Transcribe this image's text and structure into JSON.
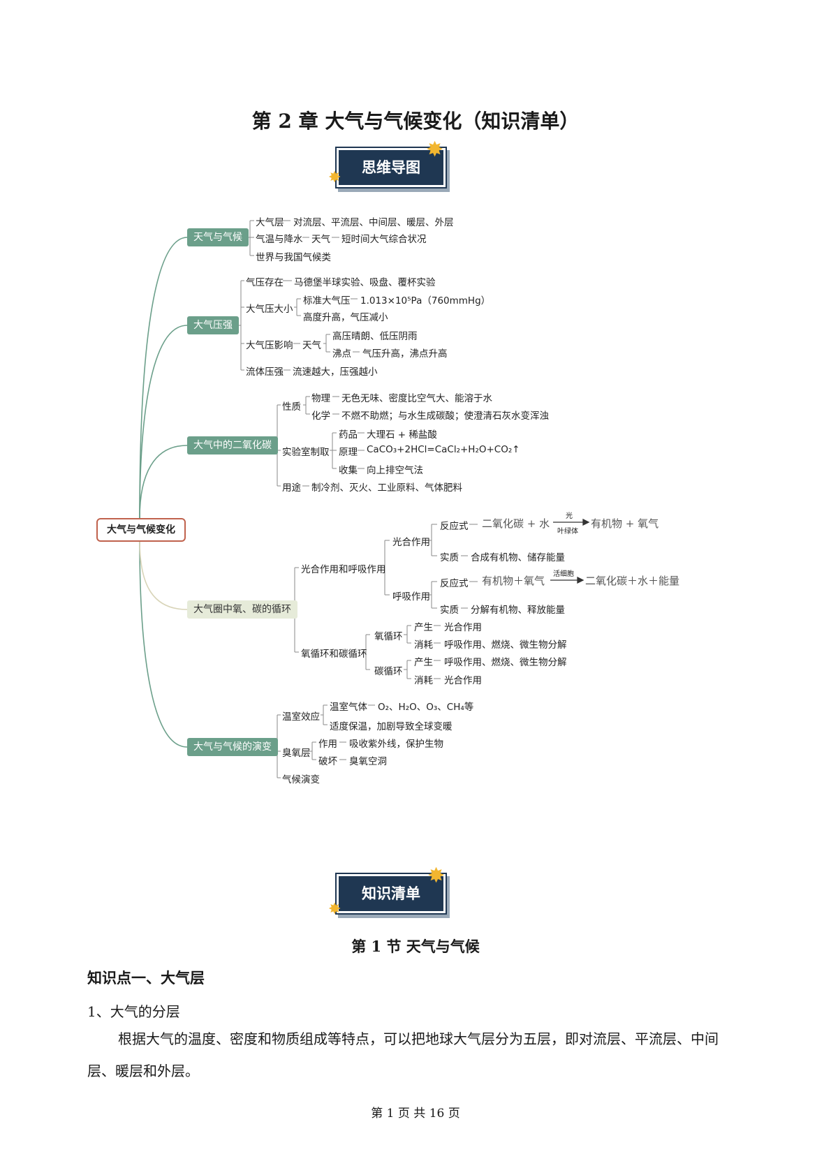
{
  "title": "第 2 章  大气与气候变化（知识清单）",
  "banner_mindmap": "思维导图",
  "banner_list": "知识清单",
  "mindmap": {
    "root": "大气与气候变化",
    "b1": {
      "label": "天气与气候",
      "l1": [
        "大气层",
        "对流层、平流层、中间层、暖层、外层"
      ],
      "l2": [
        "气温与降水",
        "天气",
        "短时间大气综合状况"
      ],
      "l3": "世界与我国气候类"
    },
    "b2": {
      "label": "大气压强",
      "l1": [
        "气压存在",
        "马德堡半球实验、吸盘、覆杯实验"
      ],
      "size": "大气压大小",
      "size_std": [
        "标准大气压",
        "1.013×10⁵Pa（760mmHg）"
      ],
      "size_alt": "高度升高，气压减小",
      "effect": [
        "大气压影响",
        "天气"
      ],
      "weather1": "高压晴朗、低压阴雨",
      "weather2": [
        "沸点",
        "气压升高，沸点升高"
      ],
      "fluid": [
        "流体压强",
        "流速越大，压强越小"
      ]
    },
    "b3": {
      "label": "大气中的二氧化碳",
      "prop": "性质",
      "phys": [
        "物理",
        "无色无味、密度比空气大、能溶于水"
      ],
      "chem": [
        "化学",
        "不燃不助燃；与水生成碳酸；使澄清石灰水变浑浊"
      ],
      "lab": "实验室制取",
      "drug": [
        "药品",
        "大理石 + 稀盐酸"
      ],
      "principle": [
        "原理",
        "CaCO₃+2HCl=CaCl₂+H₂O+CO₂↑"
      ],
      "collect": [
        "收集",
        "向上排空气法"
      ],
      "use": [
        "用途",
        "制冷剂、灭火、工业原料、气体肥料"
      ]
    },
    "b4": {
      "label": "大气圈中氧、碳的循环",
      "photo_resp": "光合作用和呼吸作用",
      "photo": "光合作用",
      "photo_eq_label": "反应式",
      "photo_eq_left": "二氧化碳 + 水",
      "photo_eq_cond_top": "光",
      "photo_eq_cond_bottom": "叶绿体",
      "photo_eq_right": "有机物 + 氧气",
      "photo_ess": [
        "实质",
        "合成有机物、储存能量"
      ],
      "resp": "呼吸作用",
      "resp_eq_label": "反应式",
      "resp_eq_left": "有机物＋氧气",
      "resp_eq_cond": "活细胞",
      "resp_eq_right": "二氧化碳＋水＋能量",
      "resp_ess": [
        "实质",
        "分解有机物、释放能量"
      ],
      "cycles": "氧循环和碳循环",
      "oxy": "氧循环",
      "oxy_p": [
        "产生",
        "光合作用"
      ],
      "oxy_c": [
        "消耗",
        "呼吸作用、燃烧、微生物分解"
      ],
      "carb": "碳循环",
      "carb_p": [
        "产生",
        "呼吸作用、燃烧、微生物分解"
      ],
      "carb_c": [
        "消耗",
        "光合作用"
      ]
    },
    "b5": {
      "label": "大气与气候的演变",
      "green": "温室效应",
      "gas": [
        "温室气体",
        "O₂、H₂O、O₃、CH₄等"
      ],
      "warm": "适度保温，加剧导致全球变暖",
      "ozone": "臭氧层",
      "func": [
        "作用",
        "吸收紫外线，保护生物"
      ],
      "dmg": [
        "破坏",
        "臭氧空洞"
      ],
      "evo": "气候演变"
    }
  },
  "section_title": "第 1 节  天气与气候",
  "kp_title": "知识点一、大气层",
  "sub_title": "1、大气的分层",
  "paragraph": "根据大气的温度、密度和物质组成等特点，可以把地球大气层分为五层，即对流层、平流层、中间层、暖层和外层。",
  "footer": "第 1 页 共 16 页",
  "colors": {
    "node": "#6b9f8a",
    "node_light": "#e6ebd9",
    "root_border": "#c0624d",
    "banner": "#1f3752",
    "star": "#f2b630"
  }
}
